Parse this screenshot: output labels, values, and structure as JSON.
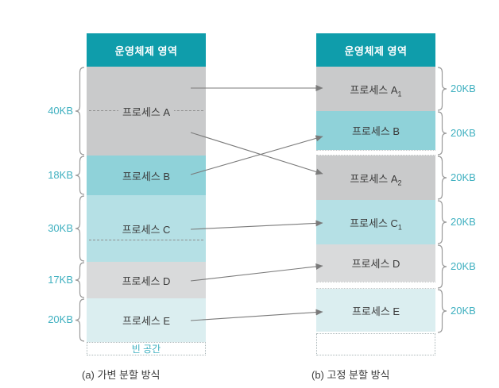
{
  "left": {
    "os_header": "운영체제 영역",
    "blocks": [
      {
        "label": "프로세스 A",
        "size": "40KB"
      },
      {
        "label": "프로세스 B",
        "size": "18KB"
      },
      {
        "label": "프로세스 C",
        "size": "30KB"
      },
      {
        "label": "프로세스 D",
        "size": "17KB"
      },
      {
        "label": "프로세스 E",
        "size": "20KB"
      }
    ],
    "empty_label": "빈 공간",
    "caption": "(a) 가변 분할 방식"
  },
  "right": {
    "os_header": "운영체제 영역",
    "blocks": [
      {
        "label": "프로세스 A",
        "sub": "1",
        "size": "20KB"
      },
      {
        "label": "프로세스 B",
        "sub": "",
        "size": "20KB"
      },
      {
        "label": "프로세스 A",
        "sub": "2",
        "size": "20KB"
      },
      {
        "label": "프로세스 C",
        "sub": "1",
        "size": "20KB"
      },
      {
        "label": "프로세스 D",
        "sub": "",
        "size": "20KB"
      },
      {
        "label": "프로세스 E",
        "sub": "",
        "size": "20KB"
      }
    ],
    "caption": "(b) 고정 분할 방식"
  },
  "colors": {
    "os_header": "#0f9dab",
    "process_gray": "#c9cacb",
    "process_teal_medium": "#8fd2d9",
    "process_teal_light": "#b5e0e5",
    "process_gray_light": "#d9dadb",
    "process_teal_pale": "#dbeef0",
    "size_label_teal": "#3fb0c0",
    "arrow_gray": "#7a7a7a"
  }
}
